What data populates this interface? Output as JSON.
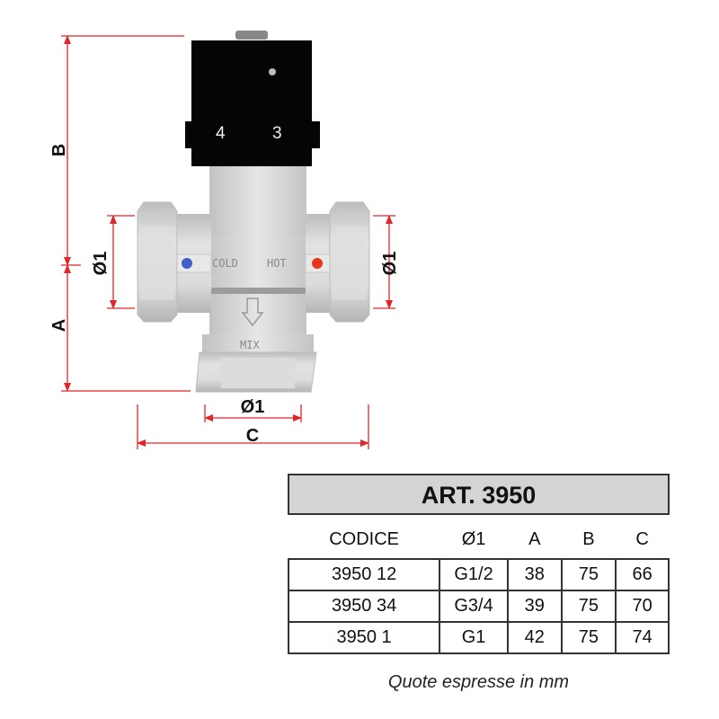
{
  "diagram": {
    "dimension_labels": {
      "A": "A",
      "B": "B",
      "C": "C",
      "d_left": "Ø1",
      "d_right": "Ø1",
      "d_bottom": "Ø1"
    },
    "valve_markings": {
      "dial_left": "4",
      "dial_right": "3",
      "cold": "COLD",
      "hot": "HOT",
      "mix": "MIX"
    },
    "colors": {
      "dimension": "#e0262b",
      "cold_dot": "#3f5fc8",
      "hot_dot": "#e8361c",
      "cap": "#050505",
      "body": "#d9d9d9"
    }
  },
  "spec_table": {
    "title": "ART. 3950",
    "headers": [
      "CODICE",
      "Ø1",
      "A",
      "B",
      "C"
    ],
    "rows": [
      [
        "3950 12",
        "G1/2",
        "38",
        "75",
        "66"
      ],
      [
        "3950 34",
        "G3/4",
        "39",
        "75",
        "70"
      ],
      [
        "3950 1",
        "G1",
        "42",
        "75",
        "74"
      ]
    ],
    "note": "Quote espresse in mm"
  }
}
